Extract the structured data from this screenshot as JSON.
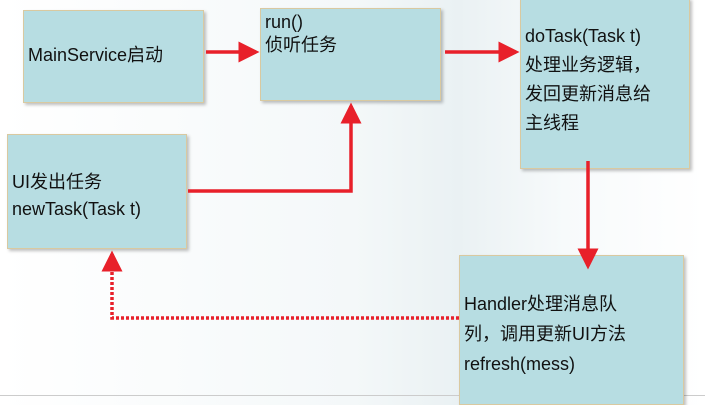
{
  "boxes": {
    "main_service": {
      "lines": [
        "MainService启动"
      ]
    },
    "run": {
      "lines": [
        "run()",
        "侦听任务"
      ]
    },
    "do_task": {
      "lines": [
        "doTask(Task t)",
        "处理业务逻辑，",
        "发回更新消息给",
        "主线程"
      ]
    },
    "ui_task": {
      "lines": [
        "UI发出任务",
        "newTask(Task t)"
      ]
    },
    "handler": {
      "lines": [
        "Handler处理消息队",
        "列，调用更新UI方法",
        "refresh(mess)"
      ]
    }
  },
  "colors": {
    "box": "#b7dde2",
    "arrow": "#e8202a"
  }
}
